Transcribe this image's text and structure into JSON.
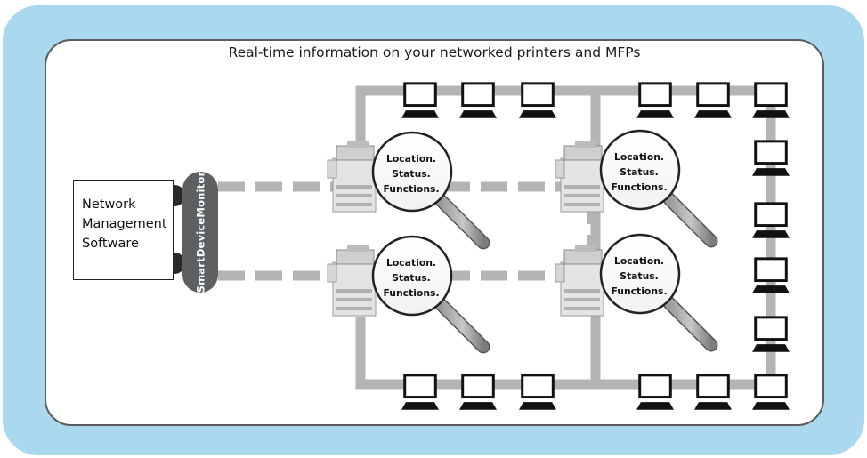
{
  "title": "Real-time information on your networked printers and MFPs",
  "software": {
    "lines": [
      "Network",
      "Management",
      "Software"
    ]
  },
  "monitor_label": "SmartDeviceMonitor",
  "device_info": {
    "lines": [
      "Location.",
      "Status.",
      "Functions."
    ]
  },
  "colors": {
    "outer_background": "#aad8ef",
    "network_cable": "#b4b4b4",
    "monitor_tab": "#5d6062",
    "panel_border": "#5a5a5a"
  },
  "icons": [
    "computer-icon",
    "printer-icon",
    "magnifier-icon",
    "connector-plug-icon"
  ]
}
